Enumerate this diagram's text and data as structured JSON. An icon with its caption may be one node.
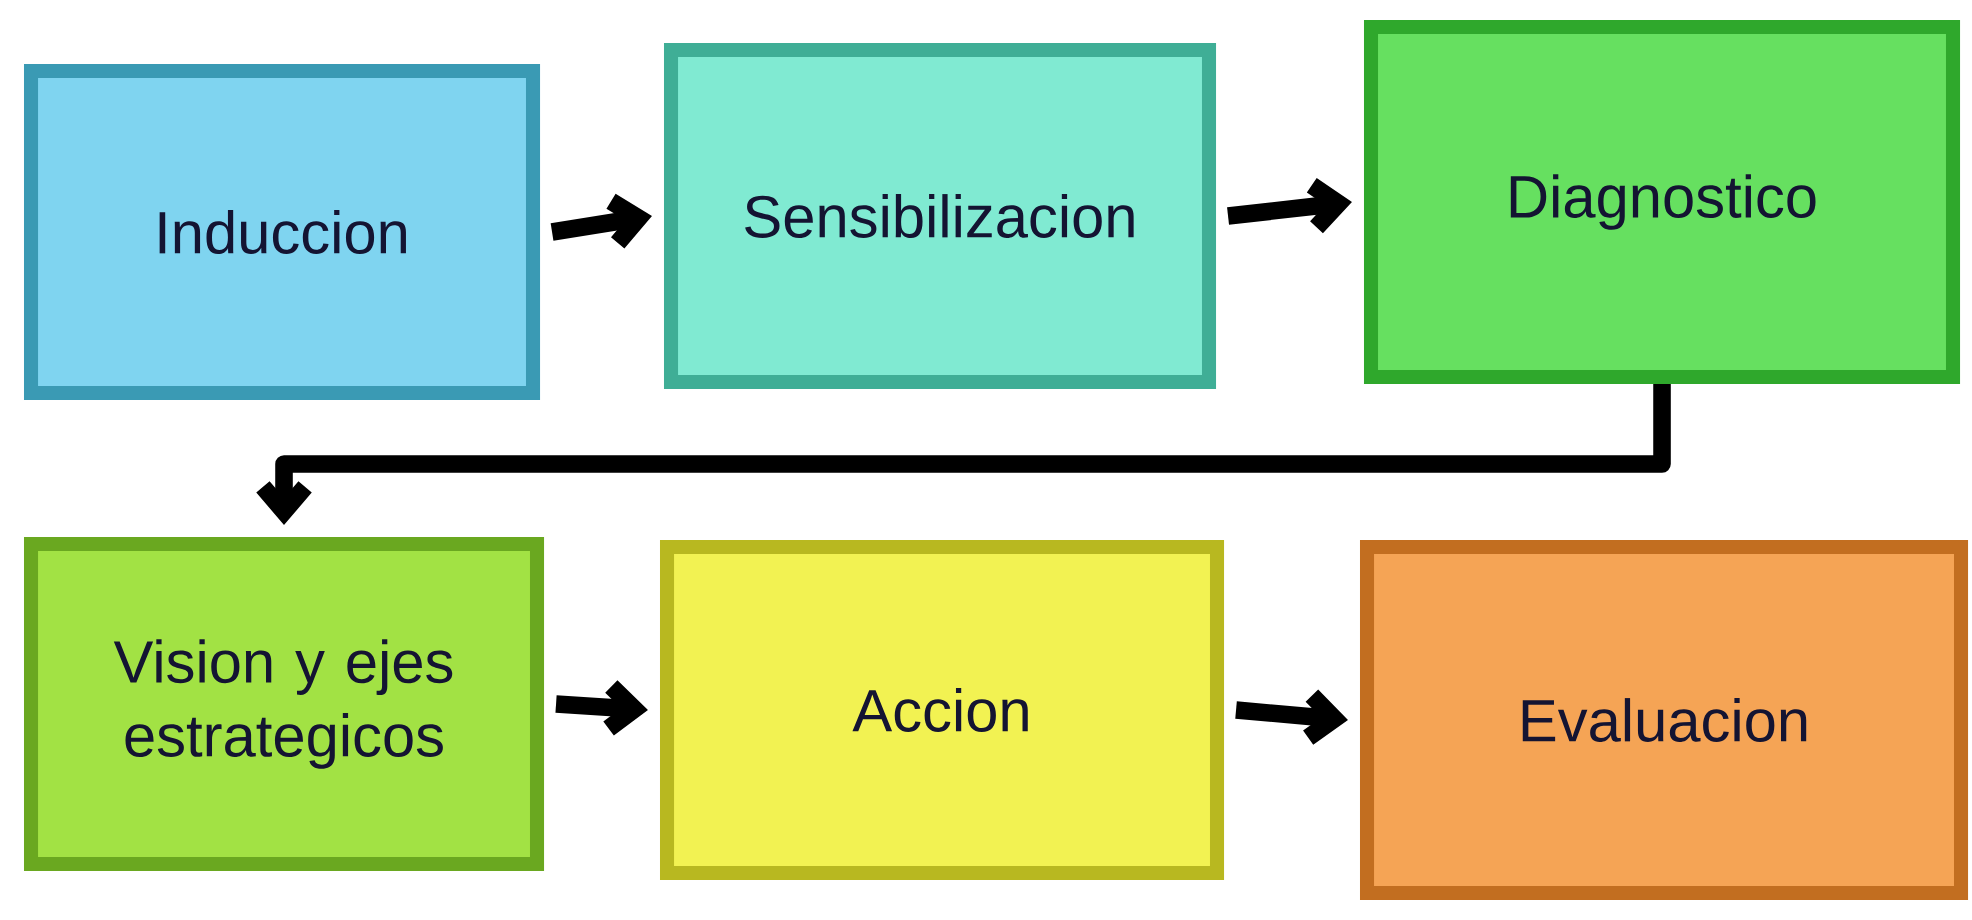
{
  "diagram": {
    "nodes": [
      {
        "text": [
          "Induccion"
        ]
      },
      {
        "text": [
          "Sensibilizacion"
        ]
      },
      {
        "text": [
          "Diagnostico"
        ]
      },
      {
        "text": [
          "Vision y ejes estrategicos"
        ]
      },
      {
        "text": [
          "Accion"
        ]
      },
      {
        "text": [
          "Evaluacion"
        ]
      }
    ],
    "edges": [
      {
        "from": 0,
        "to": 1,
        "arrow": "to"
      },
      {
        "from": 1,
        "to": 2,
        "arrow": "to"
      },
      {
        "from": 2,
        "to": 3,
        "arrow": "to"
      },
      {
        "from": 3,
        "to": 4,
        "arrow": "to"
      },
      {
        "from": 4,
        "to": 5,
        "arrow": "to"
      }
    ]
  }
}
